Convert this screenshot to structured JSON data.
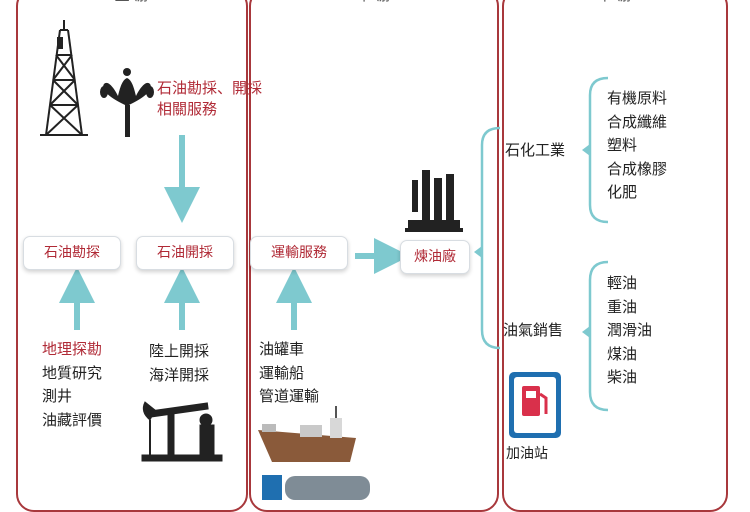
{
  "panels": {
    "upstream_title": "上 游",
    "midstream_title": "中 游",
    "downstream_title": "下 游"
  },
  "upstream": {
    "exploration_service_line1": "石油勘採、開採",
    "exploration_service_line2": "相關服務",
    "box_exploration": "石油勘探",
    "box_extraction": "石油開採",
    "exploration_items": [
      "地理探勘",
      "地質研究",
      "測井",
      "油藏評價"
    ],
    "extraction_items": [
      "陸上開採",
      "海洋開採"
    ]
  },
  "midstream": {
    "box_transport": "運輸服務",
    "transport_items": [
      "油罐車",
      "運輸船",
      "管道運輸"
    ],
    "refinery_label": "煉油廠"
  },
  "downstream": {
    "petrochem_label": "石化工業",
    "petrochem_items": [
      "有機原料",
      "合成纖維",
      "塑料",
      "合成橡膠",
      "化肥"
    ],
    "oilgas_label": "油氣銷售",
    "oilgas_items": [
      "輕油",
      "重油",
      "潤滑油",
      "煤油",
      "柴油"
    ],
    "gas_station_label": "加油站"
  },
  "colors": {
    "panel_border": "#a8383c",
    "arrow": "#7ec9cf",
    "accent_text": "#b02a36",
    "bracket": "#7ec9cf"
  }
}
